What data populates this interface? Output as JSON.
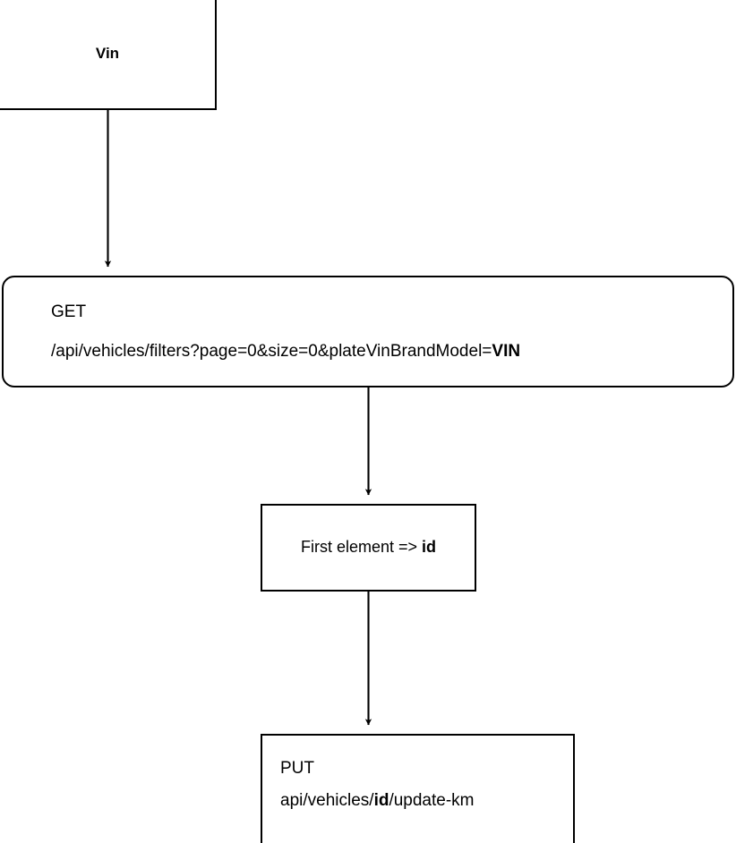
{
  "diagram": {
    "type": "flowchart",
    "background_color": "#ffffff",
    "stroke_color": "#000000",
    "text_color": "#000000",
    "nodes": [
      {
        "id": "vin",
        "name": "vin-node",
        "shape": "rectangle",
        "label": "Vin",
        "bold": true,
        "align": "center"
      },
      {
        "id": "get",
        "name": "get-request-node",
        "shape": "rounded-rectangle",
        "method": "GET",
        "path_prefix": "/api/vehicles/filters?page=0&size=0&plateVinBrandModel=",
        "path_emphasis": "VIN",
        "align": "left"
      },
      {
        "id": "first",
        "name": "first-element-node",
        "shape": "rectangle",
        "text_prefix": "First element => ",
        "text_emphasis": "id",
        "align": "center"
      },
      {
        "id": "put",
        "name": "put-request-node",
        "shape": "rectangle",
        "method": "PUT",
        "path_prefix": "api/vehicles/",
        "path_emphasis": "id",
        "path_suffix": "/update-km",
        "align": "left"
      }
    ],
    "edges": [
      {
        "id": "e1",
        "name": "edge-vin-to-get",
        "from": "vin",
        "to": "get",
        "arrowhead": "filled-barbed",
        "label": ""
      },
      {
        "id": "e2",
        "name": "edge-get-to-first",
        "from": "get",
        "to": "first",
        "arrowhead": "filled-barbed",
        "label": ""
      },
      {
        "id": "e3",
        "name": "edge-first-to-put",
        "from": "first",
        "to": "put",
        "arrowhead": "filled-barbed",
        "label": ""
      }
    ]
  }
}
